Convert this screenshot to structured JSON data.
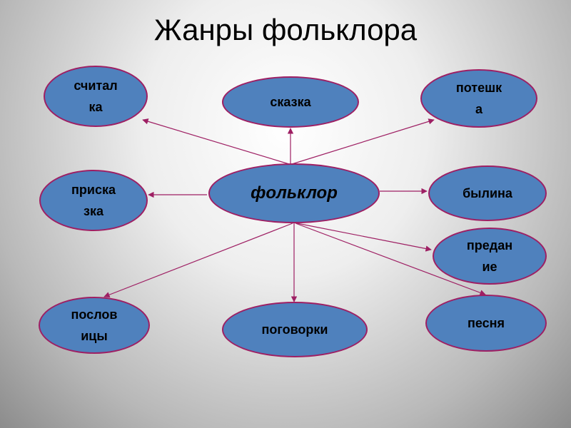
{
  "diagram": {
    "title": "Жанры фольклора",
    "center": "фольклор",
    "nodes": {
      "schitalka": "считал\nка",
      "skazka": "сказка",
      "poteshka": "потешк\nа",
      "priskazka": "приска\nзка",
      "bylina": "былина",
      "predanie": "предан\nие",
      "poslovitsy": "послов\nицы",
      "pogovorki": "поговорки",
      "pesnya": "песня"
    },
    "colors": {
      "node_fill": "#4f81bd",
      "node_border": "#9e1f63",
      "arrow": "#9e1f63"
    }
  }
}
